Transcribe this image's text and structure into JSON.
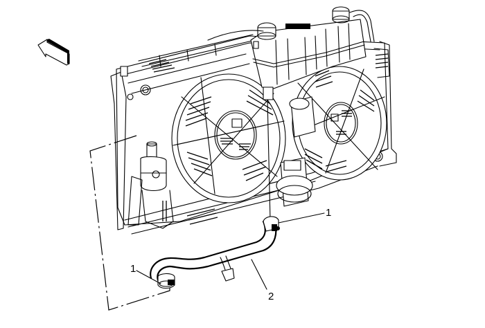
{
  "figure": {
    "description": "Radiator and cooling fan assembly with surge tank; radiator outlet/inlet coolant hose with clamps",
    "background": "#ffffff",
    "line_color": "#000000"
  },
  "callouts": [
    {
      "id": "callout-1-upper",
      "label": "1",
      "refers_to": "hose-clamp-upper"
    },
    {
      "id": "callout-1-lower",
      "label": "1",
      "refers_to": "hose-clamp-lower"
    },
    {
      "id": "callout-2",
      "label": "2",
      "refers_to": "radiator-hose"
    }
  ],
  "direction_arrow": {
    "icon": "front-direction-arrow-icon",
    "points": "up-left"
  }
}
